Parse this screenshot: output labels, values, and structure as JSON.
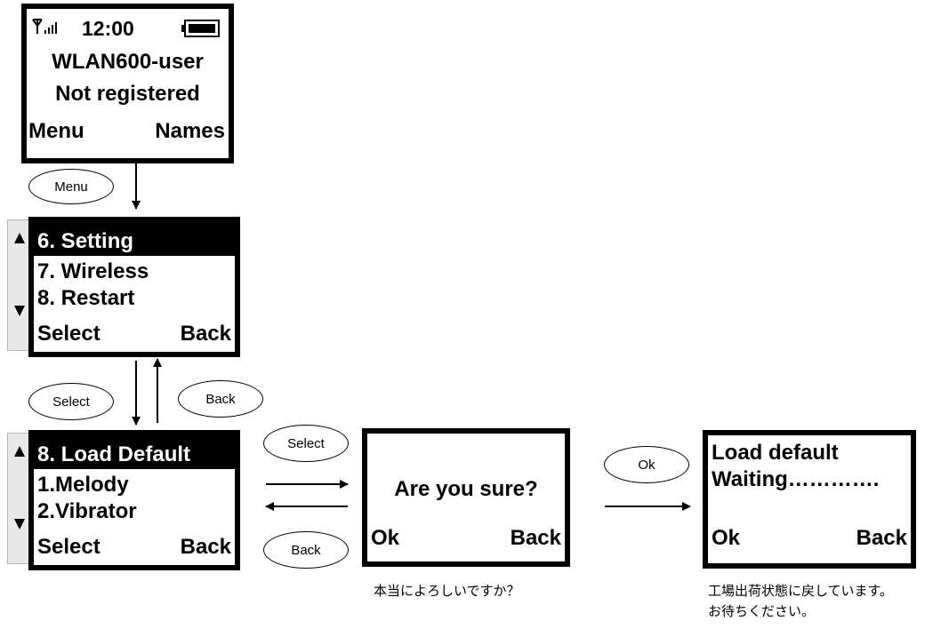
{
  "screen1": {
    "status_time": "12:00",
    "line1": "WLAN600-user",
    "line2": "Not registered",
    "soft_left": "Menu",
    "soft_right": "Names"
  },
  "key_menu": "Menu",
  "screen2": {
    "item_selected": "6. Setting",
    "item2": "7. Wireless",
    "item3": "8. Restart",
    "soft_left": "Select",
    "soft_right": "Back"
  },
  "key_select_1": "Select",
  "key_back_1": "Back",
  "screen3": {
    "item_selected": "8. Load Default",
    "item2": "1.Melody",
    "item3": "2.Vibrator",
    "soft_left": "Select",
    "soft_right": "Back"
  },
  "key_select_2": "Select",
  "key_back_2": "Back",
  "screen4": {
    "prompt": "Are you sure?",
    "soft_left": "Ok",
    "soft_right": "Back"
  },
  "note_confirm": "本当によろしいですか？",
  "key_ok": "Ok",
  "screen5": {
    "line1": "Load default",
    "line2": "Waiting………….",
    "soft_left": "Ok",
    "soft_right": "Back"
  },
  "note_waiting_1": "工場出荷状態に戻しています。",
  "note_waiting_2": "お待ちください。"
}
